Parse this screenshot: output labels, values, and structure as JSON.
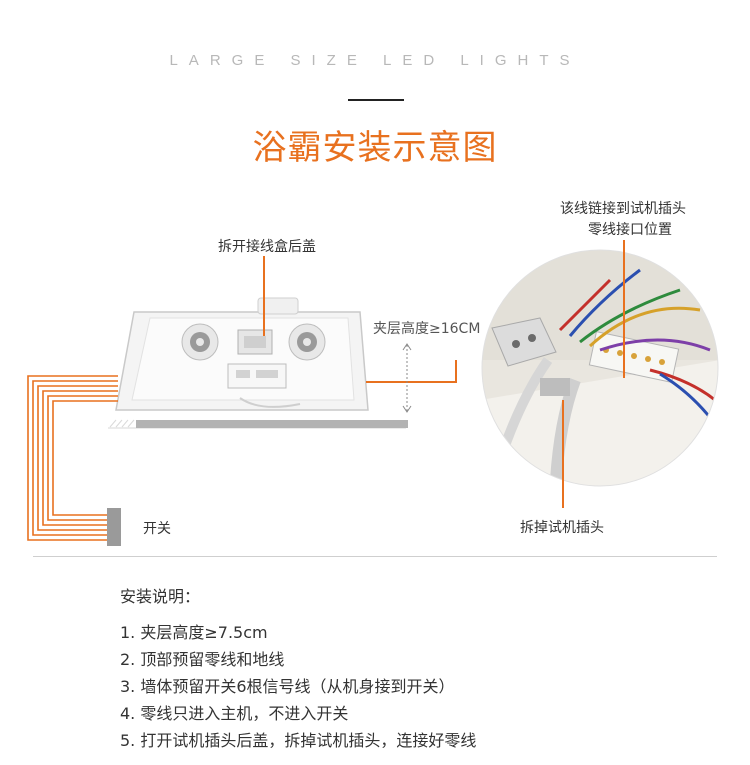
{
  "header": {
    "subtitle": "LARGE SIZE LED LIGHTS",
    "title": "浴霸安装示意图"
  },
  "diagram": {
    "cover_label": "拆开接线盒后盖",
    "height_label": "夹层高度≥16CM",
    "switch_label": "开关",
    "neutral_label_line1": "该线链接到试机插头",
    "neutral_label_line2": "零线接口位置",
    "plug_label": "拆掉试机插头",
    "accent_color": "#e8711f"
  },
  "notes": {
    "title": "安装说明：",
    "items": [
      "1. 夹层高度≥7.5cm",
      "2. 顶部预留零线和地线",
      "3. 墙体预留开关6根信号线（从机身接到开关）",
      "4. 零线只进入主机，不进入开关",
      "5. 打开试机插头后盖，拆掉试机插头，连接好零线"
    ]
  }
}
